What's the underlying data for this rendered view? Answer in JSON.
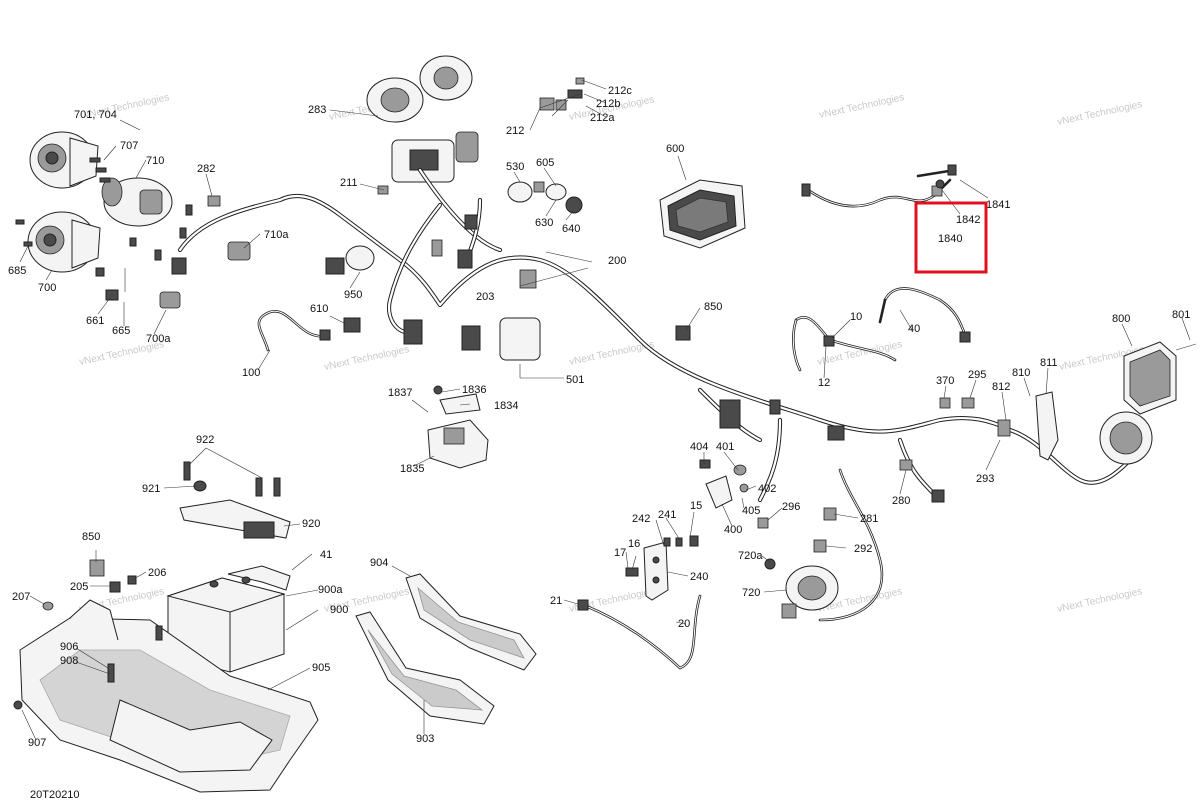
{
  "diagram_code": "20T20210",
  "watermark": "vNext Technologies",
  "highlight_color": "#e01020",
  "highlighted_labels": [
    "1840",
    "1842"
  ],
  "callouts": [
    "701, 704",
    "707",
    "710",
    "282",
    "283",
    "212",
    "212c",
    "212b",
    "212a",
    "530",
    "605",
    "630",
    "640",
    "600",
    "1841",
    "1842",
    "1840",
    "685",
    "700",
    "661",
    "665",
    "700a",
    "710a",
    "211",
    "950",
    "200",
    "203",
    "610",
    "100",
    "850",
    "501",
    "10",
    "40",
    "12",
    "800",
    "801",
    "1836",
    "1837",
    "1834",
    "1835",
    "370",
    "295",
    "811",
    "810",
    "812",
    "922",
    "921",
    "920",
    "404",
    "401",
    "402",
    "405",
    "400",
    "280",
    "293",
    "281",
    "292",
    "296",
    "15",
    "241",
    "242",
    "16",
    "17",
    "240",
    "720a",
    "720",
    "21",
    "20",
    "850",
    "41",
    "205",
    "206",
    "207",
    "900a",
    "900",
    "904",
    "906",
    "908",
    "905",
    "907",
    "903"
  ]
}
